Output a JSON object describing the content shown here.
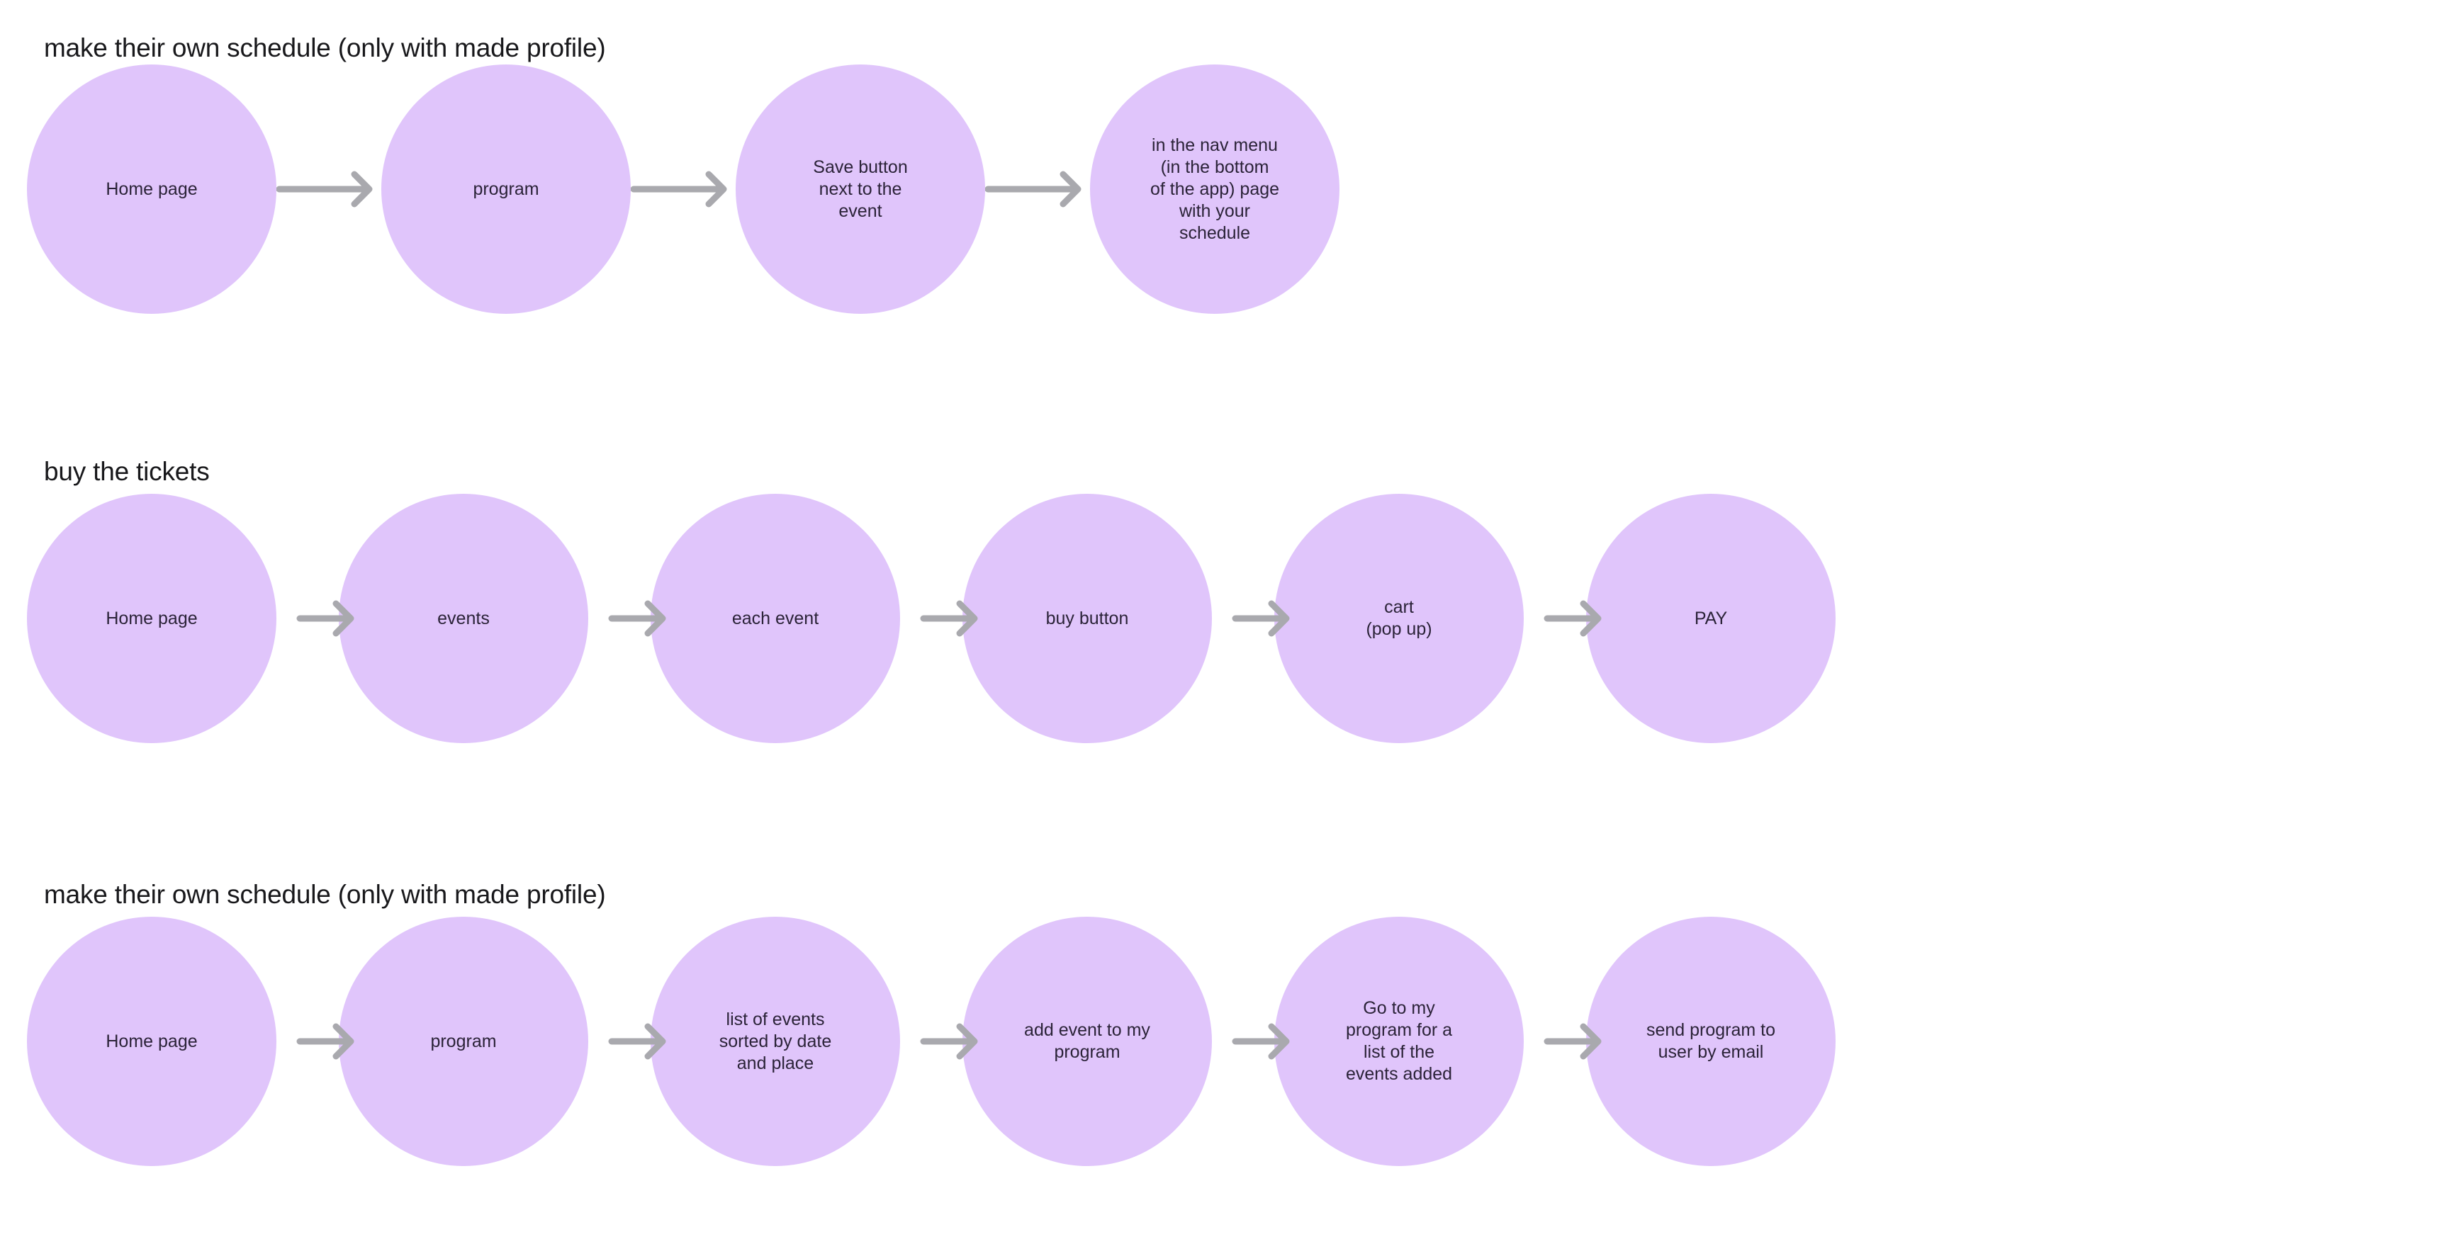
{
  "page": {
    "background_color": "#ffffff",
    "node_fill_color": "#e0c5fb",
    "node_text_color": "#2b2338",
    "arrow_color": "#a9a9ae",
    "heading_color": "#18181b"
  },
  "sections": [
    {
      "title": "make their own schedule (only with made profile)",
      "nodes": [
        {
          "label": "Home page"
        },
        {
          "label": "program"
        },
        {
          "label": "Save button\nnext to the\nevent"
        },
        {
          "label": "in the nav menu\n(in the bottom\nof the app) page\nwith your\nschedule"
        }
      ]
    },
    {
      "title": "buy the tickets",
      "nodes": [
        {
          "label": "Home page"
        },
        {
          "label": "events"
        },
        {
          "label": "each event"
        },
        {
          "label": "buy button"
        },
        {
          "label": "cart\n(pop up)"
        },
        {
          "label": "PAY"
        }
      ]
    },
    {
      "title": "make their own schedule (only with made profile)",
      "nodes": [
        {
          "label": "Home page"
        },
        {
          "label": "program"
        },
        {
          "label": "list of events\nsorted by date\nand place"
        },
        {
          "label": "add event to my\nprogram"
        },
        {
          "label": "Go to my\nprogram for a\nlist of the\nevents added"
        },
        {
          "label": "send program to\nuser by email"
        }
      ]
    }
  ],
  "icons": {
    "arrow": "arrow-right-icon"
  }
}
